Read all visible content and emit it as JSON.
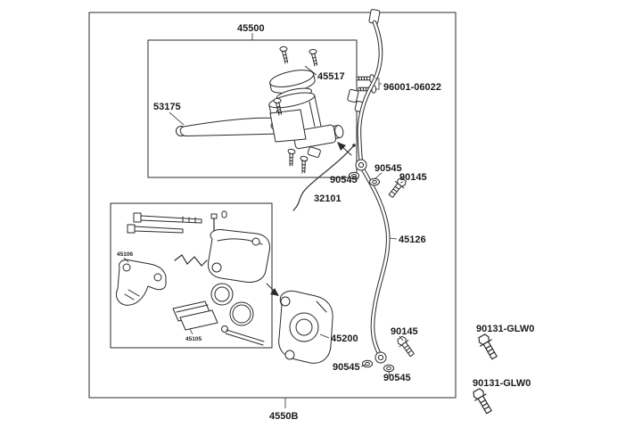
{
  "diagram": {
    "kind": "exploded-parts-diagram",
    "assembly_code": "4550B",
    "colors": {
      "line": "#2a2a2a",
      "label": "#1b1b1b",
      "background": "#ffffff"
    },
    "parts": {
      "master_cylinder_assy": {
        "label": "45500"
      },
      "cap_screws": {
        "label": "45517"
      },
      "brake_lever": {
        "label": "53175"
      },
      "clamp_bolts": {
        "label": "96001-06022"
      },
      "washer_upper_a": {
        "label": "90545"
      },
      "washer_upper_b": {
        "label": "90545"
      },
      "oil_bolt_upper": {
        "label": "90145"
      },
      "cable": {
        "label": "32101"
      },
      "brake_hose": {
        "label": "45126"
      },
      "caliper_assy": {
        "label": "45200"
      },
      "oil_bolt_lower": {
        "label": "90145"
      },
      "washer_lower_a": {
        "label": "90545"
      },
      "washer_lower_b": {
        "label": "90545"
      },
      "flange_bolt_a": {
        "label": "90131-GLW0"
      },
      "flange_bolt_b": {
        "label": "90131-GLW0"
      },
      "caliper_bracket": {
        "label": "45106"
      },
      "pad_set": {
        "label": "45105"
      }
    }
  }
}
